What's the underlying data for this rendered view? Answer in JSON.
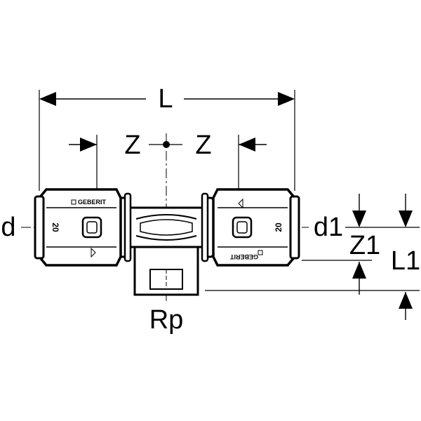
{
  "diagram": {
    "labels": {
      "L": "L",
      "Z_left": "Z",
      "Z_right": "Z",
      "d": "d",
      "d1": "d1",
      "Z1": "Z1",
      "L1": "L1",
      "Rp": "Rp"
    },
    "fitting": {
      "brand": "GEBERIT",
      "size_left": "20",
      "size_right": "20"
    }
  }
}
